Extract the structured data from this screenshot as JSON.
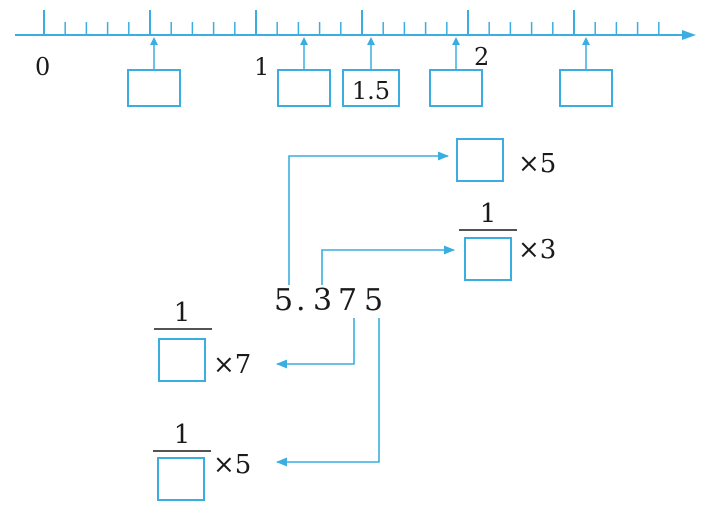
{
  "colors": {
    "line": "#3aaee0",
    "text": "#1a1a1a",
    "background": "#ffffff"
  },
  "number_line": {
    "labels": [
      "0",
      "1",
      "2"
    ],
    "given_box": "1.5"
  },
  "decomposition": {
    "number": {
      "d0": "5",
      "dot": ".",
      "d1": "3",
      "d2": "7",
      "d3": "5"
    },
    "ones": {
      "factor": "×5"
    },
    "tenths": {
      "numerator": "1",
      "factor": "×3"
    },
    "hundredths": {
      "numerator": "1",
      "factor": "×7"
    },
    "thousandths": {
      "numerator": "1",
      "factor": "×5"
    }
  }
}
